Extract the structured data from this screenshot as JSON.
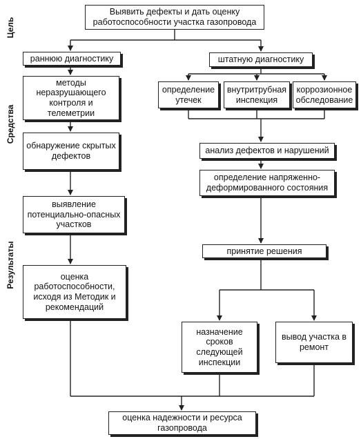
{
  "side_labels": {
    "goal": "Цель",
    "means": "Средства",
    "results": "Результаты"
  },
  "nodes": {
    "goal": "Выявить   дефекты   и   дать   оценку работоспособности участка газопровода",
    "early_diag": "раннюю диагностику",
    "regular_diag": "штатную диагностику",
    "ndt_methods": "методы неразрушающего контроля и телеметрии",
    "leak_detect": "определение утечек",
    "inline_insp": "внутритрубная инспекция",
    "corrosion": "коррозионное обследование",
    "hidden_defects": "обнаружение скрытых дефектов",
    "defect_analysis": "анализ дефектов и нарушений",
    "stress_state": "определение напряженно-деформированного состояния",
    "hazard_areas": "выявление потенциально-опасных участков",
    "decision": "принятие решения",
    "serviceability": "оценка работоспособности, исходя из Методик и рекомендаций",
    "next_insp": "назначение сроков следующей инспекции",
    "repair": "вывод участка в ремонт",
    "reliability": "оценка надежности и ресурса газопровода"
  },
  "colors": {
    "line": "#222222",
    "background": "#ffffff"
  }
}
